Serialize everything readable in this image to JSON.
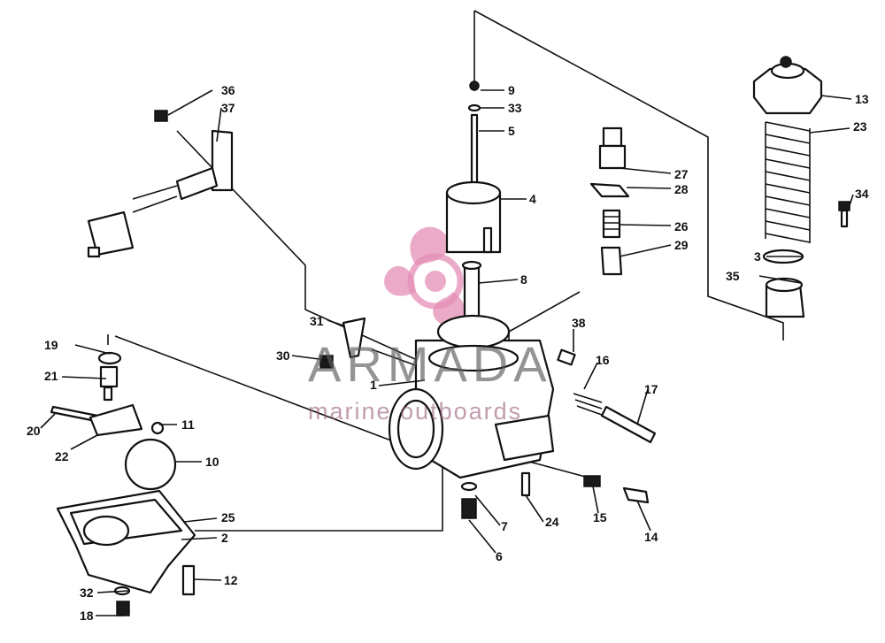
{
  "watermark": {
    "brand": "ARMADA",
    "tagline": "marine outboards",
    "color": "#e48fb5"
  },
  "part_numbers": [
    "1",
    "2",
    "3",
    "4",
    "5",
    "6",
    "7",
    "8",
    "9",
    "10",
    "11",
    "12",
    "13",
    "14",
    "15",
    "16",
    "17",
    "18",
    "19",
    "20",
    "21",
    "22",
    "23",
    "24",
    "25",
    "26",
    "27",
    "28",
    "29",
    "30",
    "31",
    "32",
    "33",
    "34",
    "35",
    "36",
    "37",
    "38"
  ]
}
